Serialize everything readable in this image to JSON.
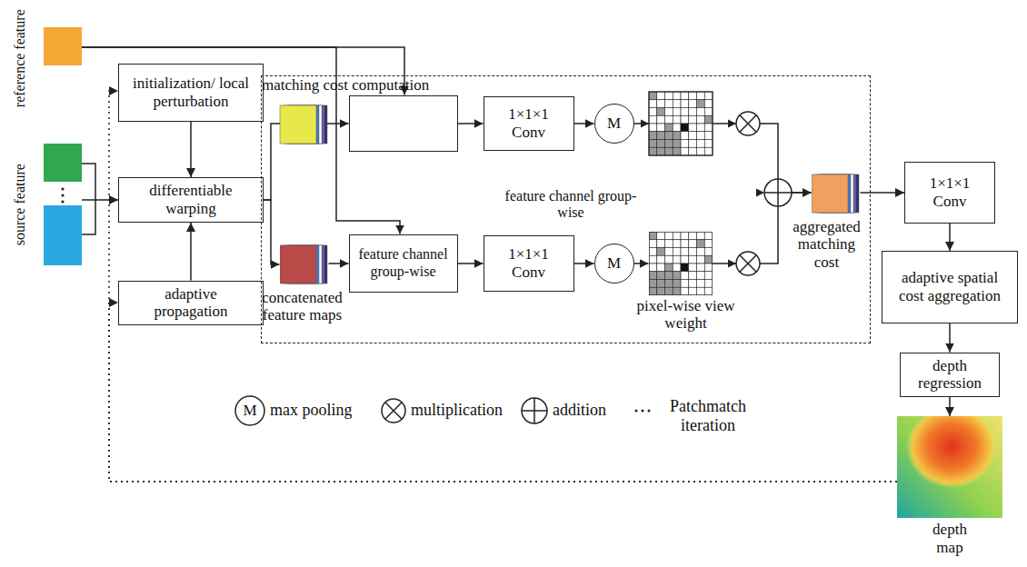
{
  "diagram": {
    "nodes": [
      {
        "text": [
          "reference feature"
        ]
      },
      {
        "text": [
          "initialization/ local perturbation"
        ]
      },
      {
        "text": [
          "source feature"
        ]
      },
      {
        "text": [
          "differentiable warping"
        ]
      },
      {
        "text": [
          "adaptive propagation"
        ]
      },
      {
        "text": [
          "matching cost computation"
        ]
      },
      {
        "text": [
          "feature channel group-wise"
        ],
        "in": 5
      },
      {
        "text": [
          "1×1×1 Conv"
        ],
        "in": 5
      },
      {
        "text": [
          "M"
        ],
        "in": 5
      },
      {
        "text": [
          "concatenated feature maps"
        ],
        "in": 5
      },
      {
        "text": [
          "feature channel group-wise"
        ],
        "in": 5
      },
      {
        "text": [
          "1×1×1 Conv"
        ],
        "in": 5
      },
      {
        "text": [
          "M"
        ],
        "in": 5
      },
      {
        "text": [
          "pixel-wise view weight"
        ],
        "in": 5
      },
      {
        "text": [
          "aggregated matching cost"
        ],
        "in": 5
      },
      {
        "text": [
          "1×1×1 Conv"
        ]
      },
      {
        "text": [
          "adaptive spatial cost aggregation"
        ]
      },
      {
        "text": [
          "depth regression"
        ]
      },
      {
        "text": [
          "depth map"
        ]
      }
    ],
    "edges": [
      {
        "from": 0,
        "to": 6,
        "arrow": "to"
      },
      {
        "from": 0,
        "to": 10,
        "arrow": "to"
      },
      {
        "from": 1,
        "to": 3,
        "arrow": "to"
      },
      {
        "from": 2,
        "to": 3,
        "arrow": "to"
      },
      {
        "from": 4,
        "to": 3,
        "arrow": "to"
      },
      {
        "from": 3,
        "to": 6,
        "arrow": "to"
      },
      {
        "from": 3,
        "to": 9,
        "arrow": "to"
      },
      {
        "from": 9,
        "to": 10,
        "arrow": "to"
      },
      {
        "from": 6,
        "to": 7,
        "arrow": "to"
      },
      {
        "from": 7,
        "to": 8,
        "arrow": "to"
      },
      {
        "from": 10,
        "to": 11,
        "arrow": "to"
      },
      {
        "from": 11,
        "to": 12,
        "arrow": "to"
      },
      {
        "from": 8,
        "to": 14,
        "arrow": "to"
      },
      {
        "from": 12,
        "to": 13,
        "arrow": "to"
      },
      {
        "from": 13,
        "to": 14,
        "arrow": "to"
      },
      {
        "from": 14,
        "to": 15,
        "arrow": "to"
      },
      {
        "from": 15,
        "to": 16,
        "arrow": "to"
      },
      {
        "from": 16,
        "to": 17,
        "arrow": "to"
      },
      {
        "from": 17,
        "to": 18,
        "arrow": "to"
      },
      {
        "from": 18,
        "to": 1,
        "arrow": "to"
      },
      {
        "from": 18,
        "to": 4,
        "arrow": "to"
      }
    ],
    "labels": [
      "M"
    ],
    "legend": [
      {
        "text": "max pooling"
      },
      {
        "text": "multiplication"
      },
      {
        "text": "addition"
      },
      {
        "text": "Patchmatch iteration"
      }
    ]
  }
}
